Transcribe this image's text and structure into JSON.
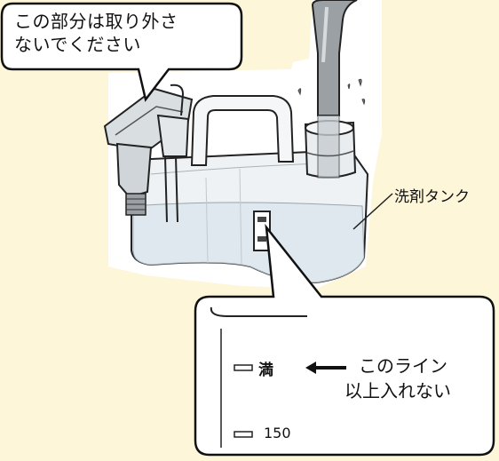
{
  "warning_callout": {
    "line1": "この部分は取り外さ",
    "line2": "ないでください"
  },
  "tank_label": "洗剤タンク",
  "zoom_callout": {
    "full_mark": "満",
    "note_line1": "このライン",
    "note_line2": "以上入れない",
    "tick_150": "150"
  },
  "colors": {
    "background": "#fdf6d8",
    "water": "#dfe8ee",
    "outline": "#222222"
  }
}
